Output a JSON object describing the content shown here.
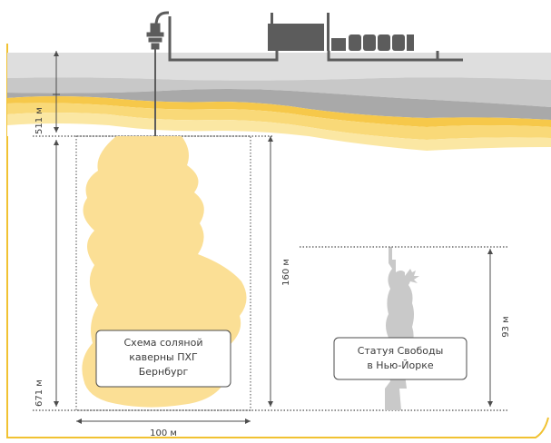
{
  "labels": {
    "depth_top": "511 м",
    "depth_bottom": "671 м",
    "cavern_height": "160 м",
    "cavern_width": "100 м",
    "statue_height": "93 м"
  },
  "captions": {
    "cavern_line1": "Схема соляной",
    "cavern_line2": "каверны ПХГ",
    "cavern_line3": "Бернбург",
    "statue_line1": "Статуя Свободы",
    "statue_line2": "в Нью-Йорке"
  },
  "colors": {
    "ground_light": "#d9d9d9",
    "ground_mid": "#c6c6c6",
    "rock_dark": "#a6a6a6",
    "yellow_light": "#fbe7a3",
    "yellow_mid": "#f9d978",
    "yellow_bright": "#f6c84a",
    "cavern": "#fbdf95",
    "statue": "#c9c9c9",
    "facility": "#5c5c5c",
    "border": "#f1c232",
    "lines": "#4d4d4d"
  },
  "icons": {
    "well_head": "wellhead-icon",
    "plant": "gas-plant-icon"
  }
}
